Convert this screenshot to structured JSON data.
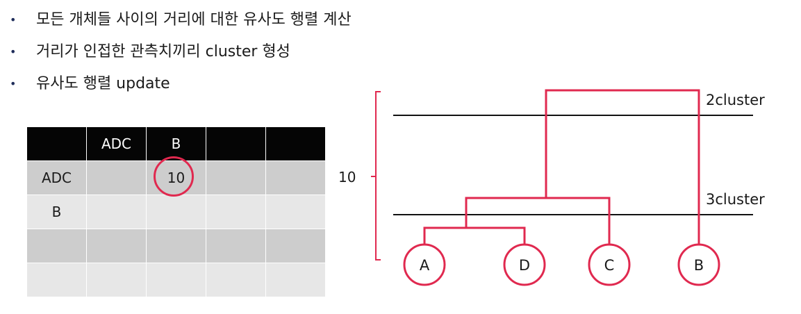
{
  "bullets": [
    "모든 개체들 사이의 거리에 대한 유사도 행렬 계산",
    "거리가 인접한 관측치끼리 cluster 형성",
    "유사도 행렬 update"
  ],
  "bullet_glyph": "•",
  "matrix": {
    "header": [
      "",
      "ADC",
      "B",
      "",
      ""
    ],
    "rows": [
      [
        "ADC",
        "",
        "10",
        "",
        ""
      ],
      [
        "B",
        "",
        "",
        "",
        ""
      ],
      [
        "",
        "",
        "",
        "",
        ""
      ],
      [
        "",
        "",
        "",
        "",
        ""
      ]
    ],
    "highlight_color": "#e0294f"
  },
  "dendrogram": {
    "leaves": [
      "A",
      "D",
      "C",
      "B"
    ],
    "height_label": "10",
    "cut_labels": [
      "2cluster",
      "3cluster"
    ],
    "line_color": "#e0294f"
  }
}
